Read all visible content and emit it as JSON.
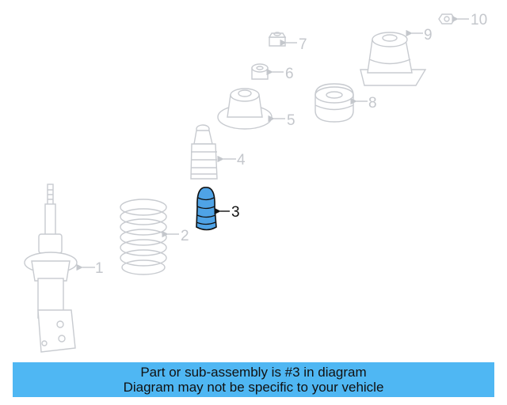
{
  "callouts": {
    "c1": "1",
    "c2": "2",
    "c3": "3",
    "c4": "4",
    "c5": "5",
    "c6": "6",
    "c7": "7",
    "c8": "8",
    "c9": "9",
    "c10": "10"
  },
  "highlight_part": "3",
  "colors": {
    "highlight_fill": "#4fa3e6",
    "part_outline": "#c8cbd0",
    "banner_bg": "#4fb7f3"
  },
  "banner": {
    "line1": "Part or sub-assembly is #3 in diagram",
    "line2": "Diagram may not be specific to your vehicle"
  }
}
